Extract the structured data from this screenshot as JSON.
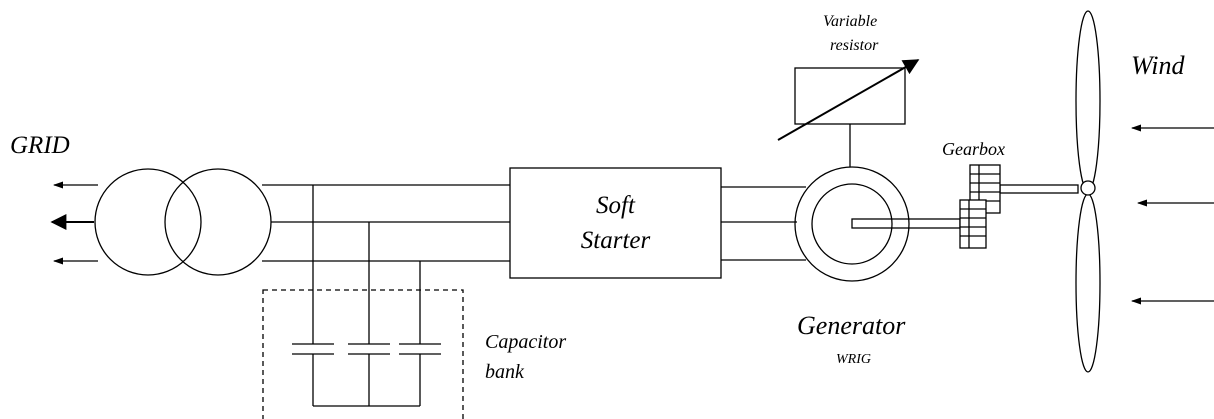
{
  "labels": {
    "grid": "GRID",
    "soft_starter_line1": "Soft",
    "soft_starter_line2": "Starter",
    "variable_resistor_line1": "Variable",
    "variable_resistor_line2": "resistor",
    "gearbox": "Gearbox",
    "wind": "Wind",
    "generator": "Generator",
    "generator_type": "WRIG",
    "capacitor_bank_line1": "Capacitor",
    "capacitor_bank_line2": "bank"
  },
  "colors": {
    "line": "#000000",
    "background": "#ffffff"
  }
}
